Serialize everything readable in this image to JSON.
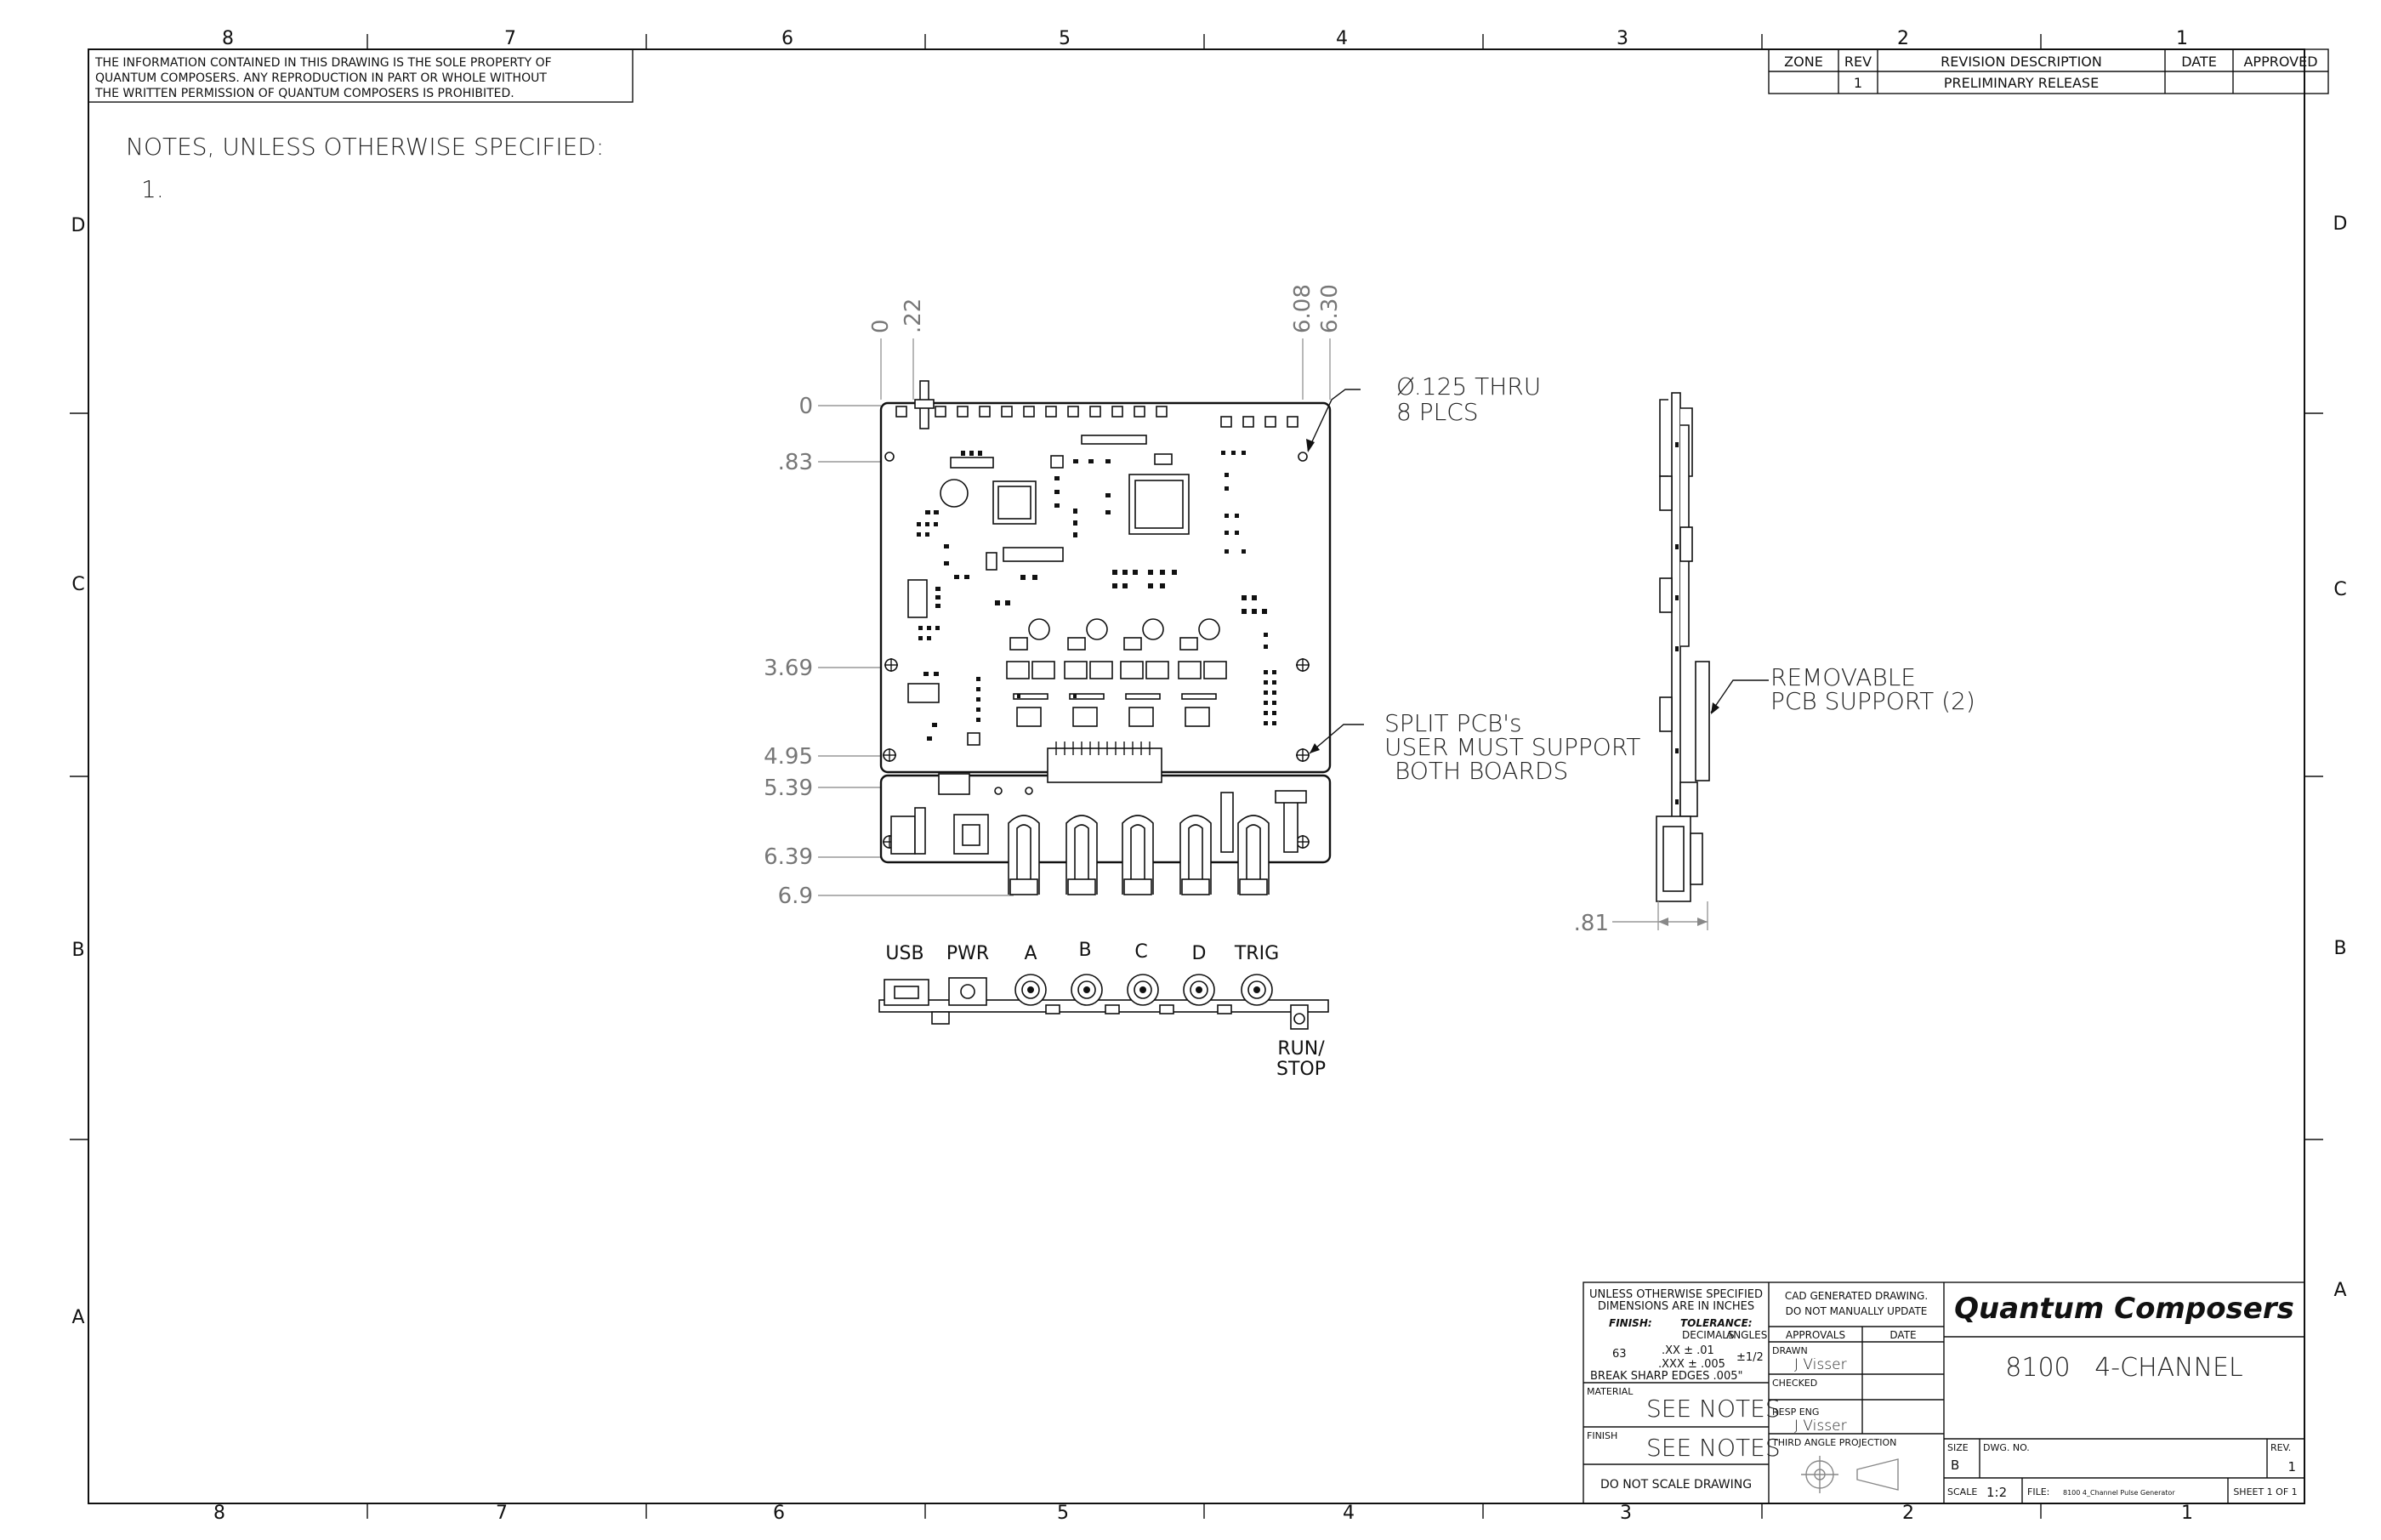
{
  "zones": {
    "top": [
      "8",
      "7",
      "6",
      "5",
      "4",
      "3",
      "2",
      "1"
    ],
    "bottom": [
      "8",
      "7",
      "6",
      "5",
      "4",
      "3",
      "2",
      "1"
    ],
    "left": [
      "D",
      "C",
      "B",
      "A"
    ],
    "right": [
      "D",
      "C",
      "B",
      "A"
    ]
  },
  "proprietary": [
    "THE INFORMATION CONTAINED IN THIS DRAWING IS THE SOLE PROPERTY OF",
    "QUANTUM COMPOSERS. ANY REPRODUCTION IN PART OR WHOLE WITHOUT",
    "THE WRITTEN PERMISSION OF QUANTUM COMPOSERS IS PROHIBITED."
  ],
  "revisions": {
    "headers": [
      "ZONE",
      "REV",
      "REVISION DESCRIPTION",
      "DATE",
      "APPROVED"
    ],
    "rows": [
      [
        "",
        "1",
        "PRELIMINARY RELEASE",
        "",
        ""
      ]
    ]
  },
  "notes": {
    "title": "NOTES, UNLESS OTHERWISE SPECIFIED:",
    "item1": "1."
  },
  "dimensions": {
    "vertical": [
      "0",
      ".83",
      "3.69",
      "4.95",
      "5.39",
      "6.39",
      "6.9"
    ],
    "horizontal": [
      "0",
      ".22",
      "6.08",
      "6.30"
    ],
    "side_width": ".81"
  },
  "callouts": {
    "hole": [
      "Ø.125 THRU",
      "8 PLCS"
    ],
    "split": [
      "SPLIT PCB's",
      "USER MUST SUPPORT",
      "BOTH BOARDS"
    ],
    "support": [
      "REMOVABLE",
      "PCB SUPPORT (2)"
    ]
  },
  "connectors": {
    "labels": [
      "USB",
      "PWR",
      "A",
      "B",
      "C",
      "D",
      "TRIG"
    ],
    "run_stop": [
      "RUN/",
      "STOP"
    ]
  },
  "title_block": {
    "company": "Quantum Composers",
    "title": "8100   4-CHANNEL",
    "unless": "UNLESS OTHERWISE SPECIFIED",
    "dims_in": "DIMENSIONS ARE IN INCHES",
    "finish_lbl": "FINISH:",
    "tolerance_lbl": "TOLERANCE:",
    "decimals": "DECIMALS",
    "angles": "ANGLES",
    "finish_val": "63",
    "xx": ".XX ± .01",
    "xxx": ".XXX ± .005",
    "angle_tol": "±1/2",
    "break_edges": "BREAK SHARP EDGES .005\"",
    "material_lbl": "MATERIAL",
    "material": "SEE NOTES",
    "finish2_lbl": "FINISH",
    "finish2": "SEE NOTES",
    "do_not_scale": "DO NOT SCALE DRAWING",
    "cad1": "CAD GENERATED DRAWING.",
    "cad2": "DO NOT MANUALLY UPDATE",
    "approvals": "APPROVALS",
    "date": "DATE",
    "drawn_lbl": "DRAWN",
    "drawn": "J Visser",
    "checked_lbl": "CHECKED",
    "resp_lbl": "RESP ENG",
    "resp": "J Visser",
    "third_angle": "THIRD ANGLE PROJECTION",
    "size_lbl": "SIZE",
    "size": "B",
    "dwg_lbl": "DWG. NO.",
    "rev_lbl": "REV.",
    "rev": "1",
    "scale_lbl": "SCALE",
    "scale": "1:2",
    "file_lbl": "FILE:",
    "file": "8100 4_Channel Pulse Generator",
    "sheet": "SHEET 1 OF 1"
  }
}
